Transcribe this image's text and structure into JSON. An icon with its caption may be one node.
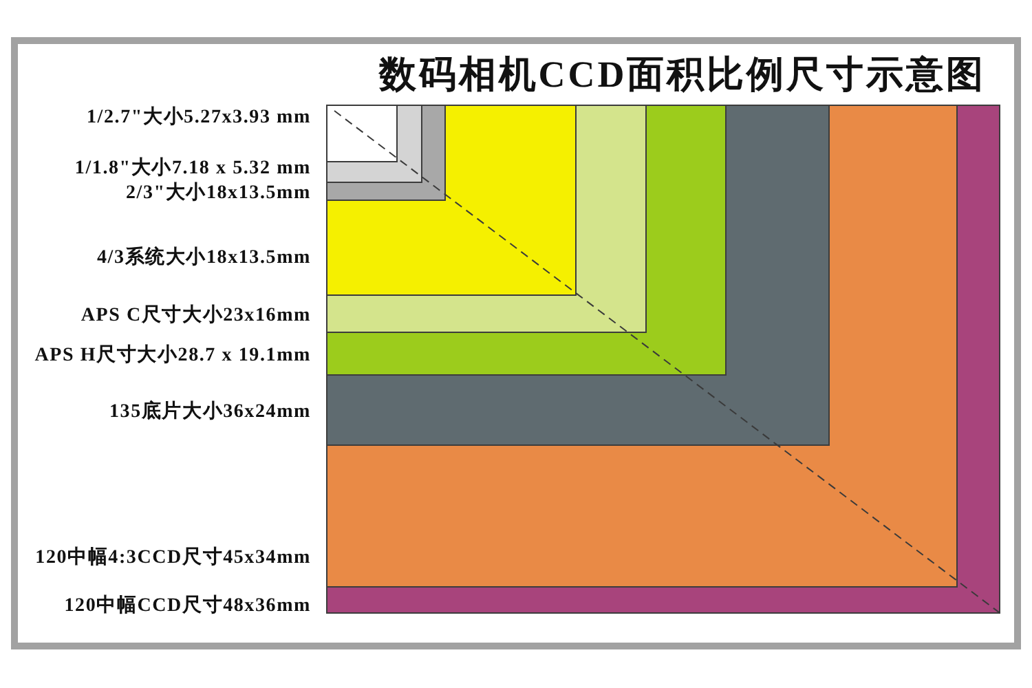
{
  "diagram": {
    "title": "数码相机CCD面积比例尺寸示意图",
    "nodes": [
      {
        "text": [
          "120中幅CCD尺寸48x36mm"
        ]
      },
      {
        "text": [
          "120中幅4:3CCD尺寸45x34mm"
        ],
        "in": 0
      },
      {
        "text": [
          "135底片大小36x24mm"
        ],
        "in": 1
      },
      {
        "text": [
          "APS H尺寸大小28.7 x 19.1mm"
        ],
        "in": 2
      },
      {
        "text": [
          "APS C尺寸大小23x16mm"
        ],
        "in": 3
      },
      {
        "text": [
          "4/3系统大小18x13.5mm"
        ],
        "in": 4
      },
      {
        "text": [
          "2/3\"大小18x13.5mm"
        ],
        "in": 5
      },
      {
        "text": [
          "1/1.8\"大小7.18 x 5.32 mm"
        ],
        "in": 6
      },
      {
        "text": [
          "1/2.7\"大小5.27x3.93 mm"
        ],
        "in": 7
      }
    ]
  }
}
